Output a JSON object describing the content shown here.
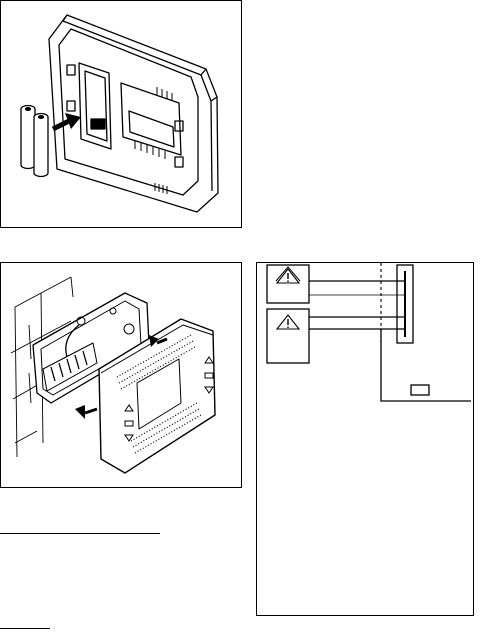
{
  "figures": [
    {
      "id": "battery-installation",
      "arrow": "insert-arrow"
    },
    {
      "id": "wall-mounting",
      "arrows": [
        "mount-arrow",
        "mount-arrow"
      ]
    }
  ],
  "buttons_on_device": [
    "up-arrow-icon",
    "mode-icon",
    "down-arrow-icon"
  ],
  "wiring": {
    "warning_boxes": 2,
    "symbols": [
      "warning-icon",
      "warning-icon"
    ]
  }
}
